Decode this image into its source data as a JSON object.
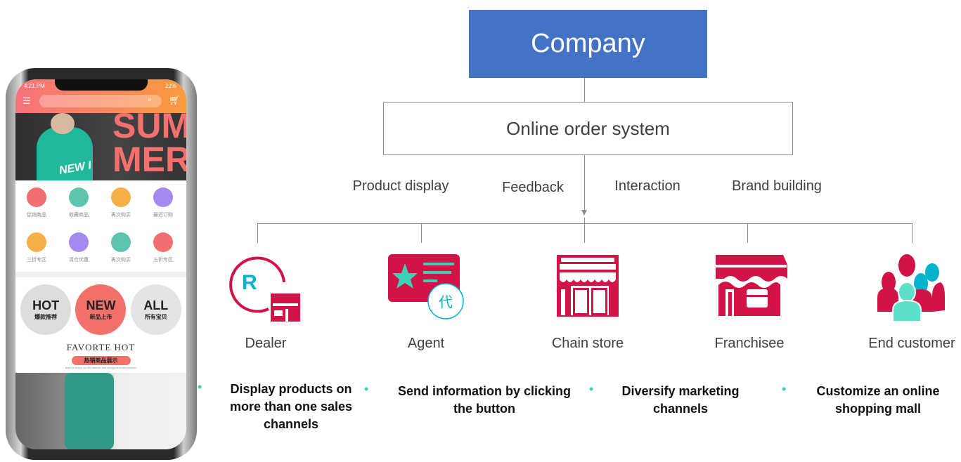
{
  "top": {
    "company": "Company",
    "system": "Online order system"
  },
  "functions": [
    "Product display",
    "Feedback",
    "Interaction",
    "Brand building"
  ],
  "channels": [
    {
      "label": "Dealer",
      "icon": "registered-store-icon"
    },
    {
      "label": "Agent",
      "icon": "agent-card-icon"
    },
    {
      "label": "Chain store",
      "icon": "chain-store-icon"
    },
    {
      "label": "Franchisee",
      "icon": "franchise-shop-icon"
    },
    {
      "label": "End customer",
      "icon": "customers-group-icon"
    }
  ],
  "benefits": [
    "Display products on more than one sales channels",
    "Send information by clicking the button",
    "Diversify marketing channels",
    "Customize an online shopping mall"
  ],
  "colors": {
    "company": "#4472C4",
    "icon": "#D31245",
    "accent": "#3ECFB6",
    "cyan": "#00B4CC"
  },
  "phone": {
    "time": "4:21 PM",
    "battery": "22%",
    "banner": {
      "big": "SUM MER",
      "script": "NEW I"
    },
    "categories": [
      "促销商品",
      "收藏商品",
      "再次购买",
      "最近订购",
      "三折专区",
      "清仓优惠",
      "再次购买",
      "五折专区"
    ],
    "circles": [
      {
        "en": "HOT",
        "cn": "爆款推荐"
      },
      {
        "en": "NEW",
        "cn": "新品上市"
      },
      {
        "en": "ALL",
        "cn": "所有宝贝"
      }
    ],
    "section_title": "FAVORTE HOT",
    "section_sub": "热销商品展示",
    "section_tag": "learn to enjoy my life fashion and design and new fashion"
  }
}
